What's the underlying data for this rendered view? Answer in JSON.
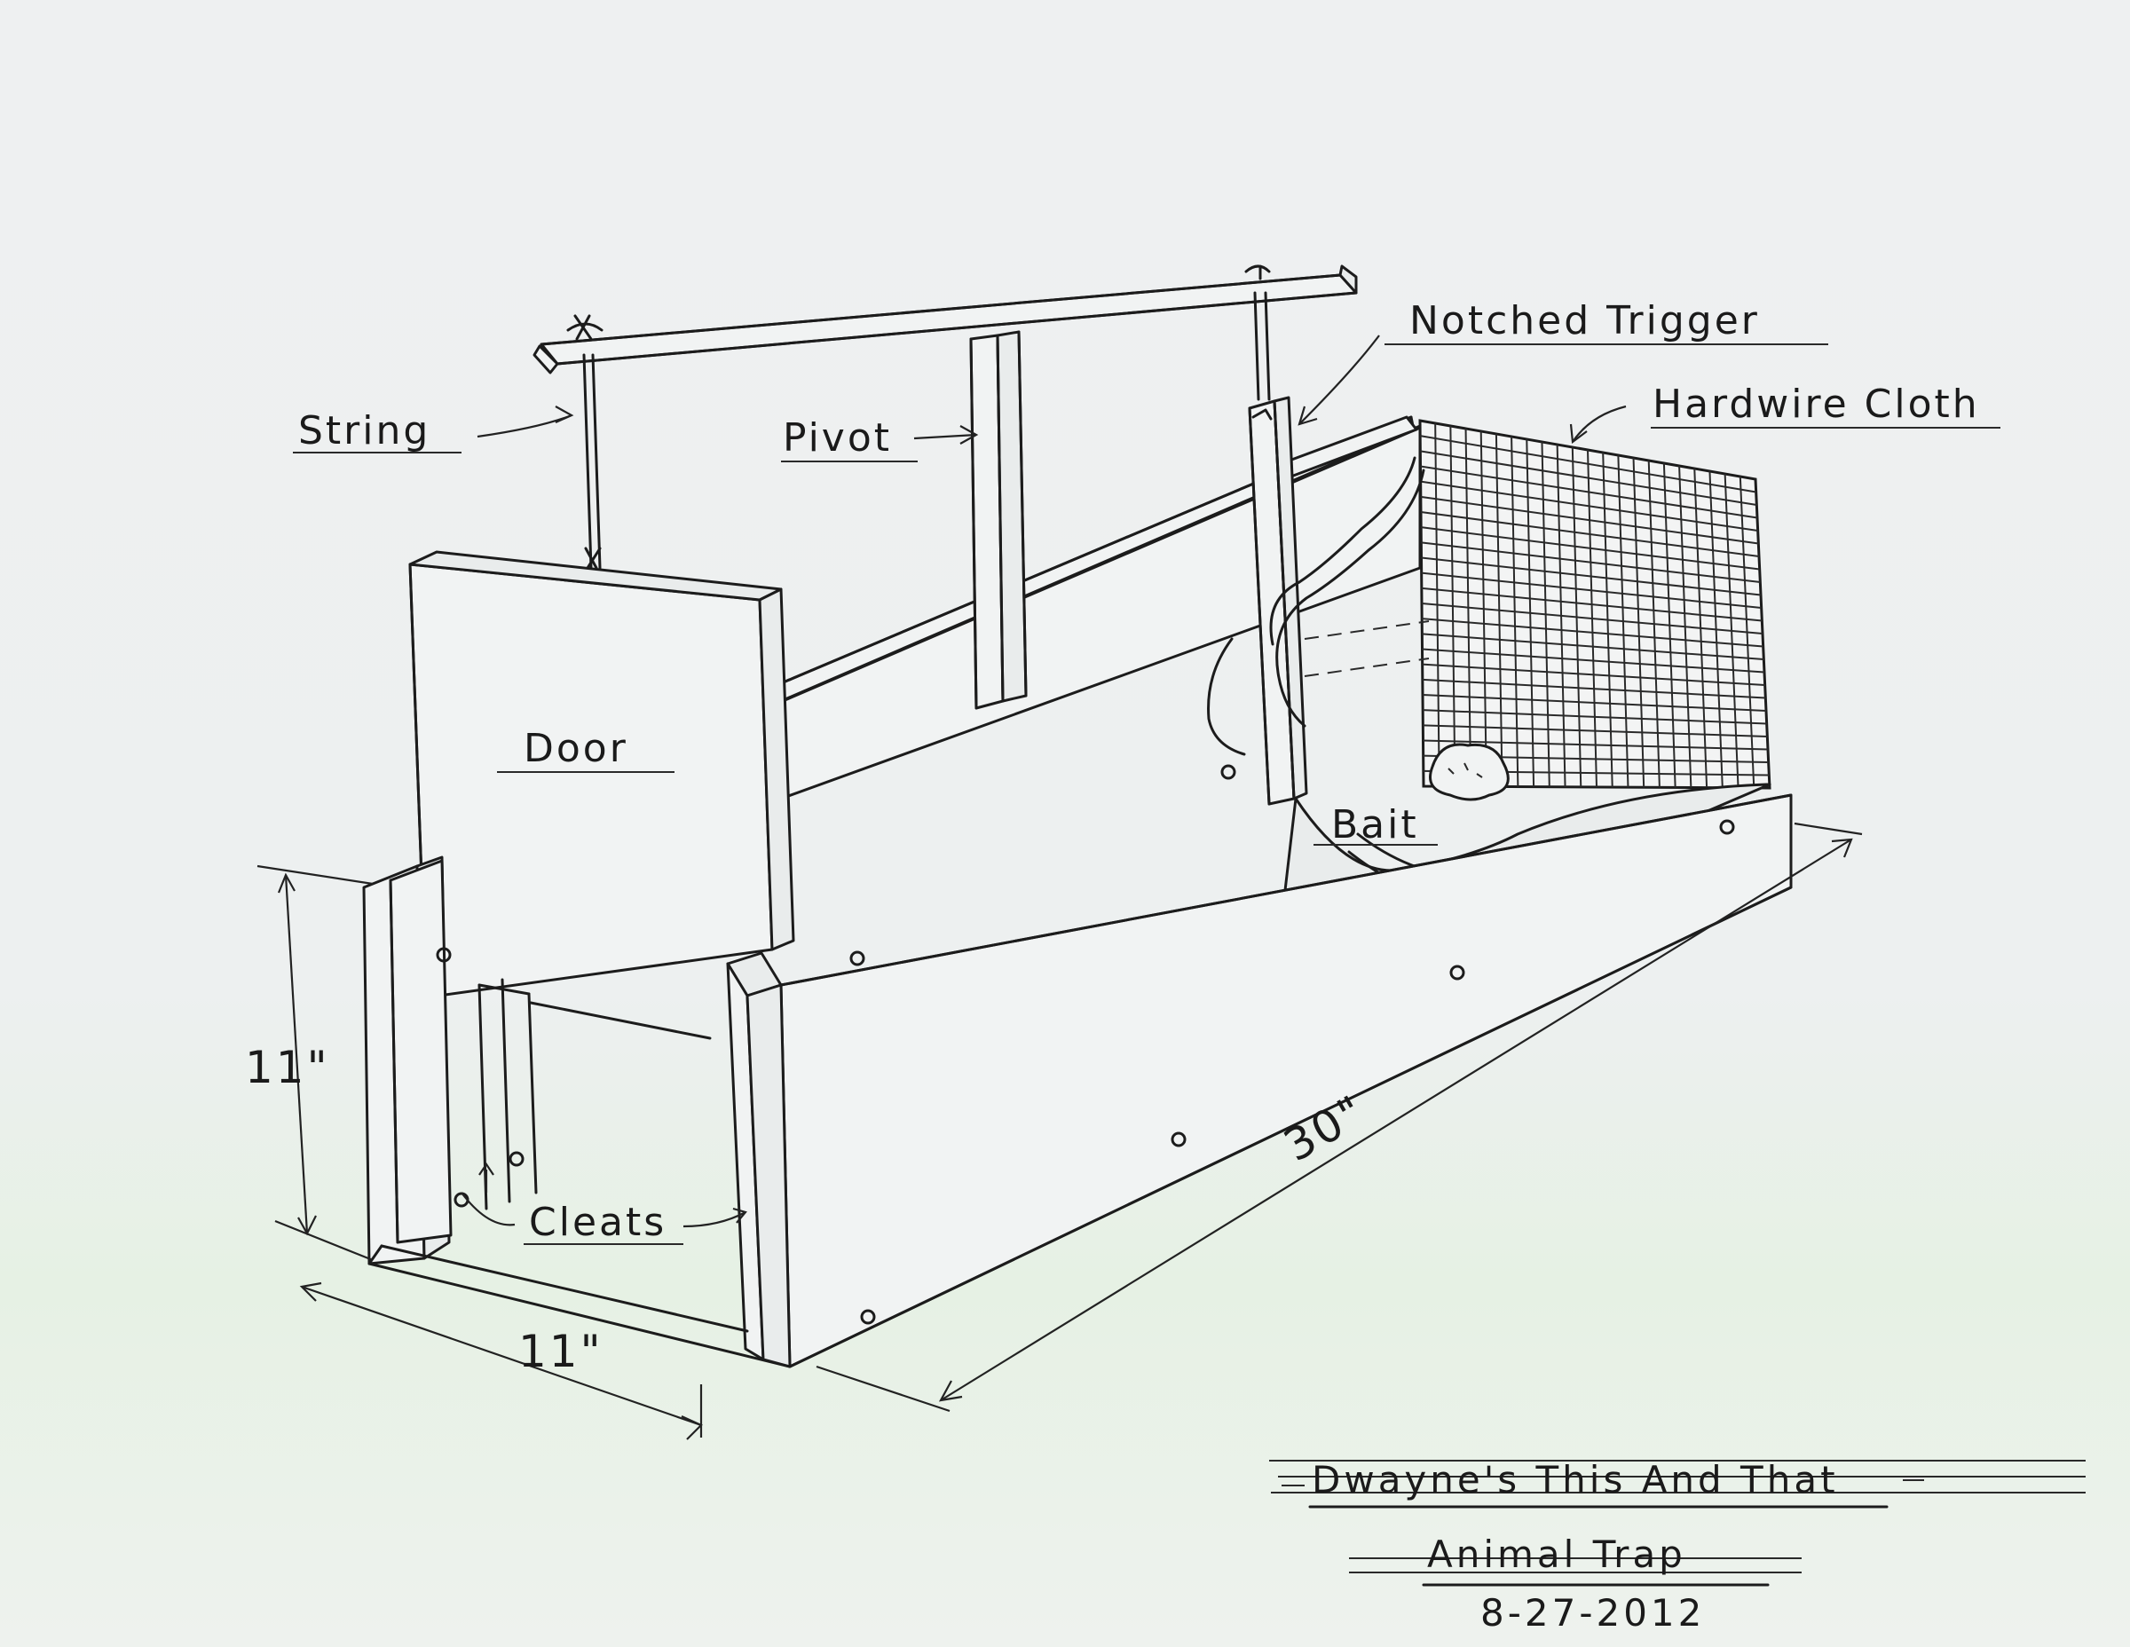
{
  "labels": {
    "string": "String",
    "pivot": "Pivot",
    "notched_trigger": "Notched Trigger",
    "hardwire_cloth": "Hardwire Cloth",
    "door": "Door",
    "bait": "Bait",
    "cleats": "Cleats"
  },
  "dimensions": {
    "height": "11\"",
    "width": "11\"",
    "length": "30\""
  },
  "title_block": {
    "author": "Dwayne's This And That",
    "title": "Animal Trap",
    "date": "8-27-2012"
  },
  "colors": {
    "ink": "#1c1c1c",
    "paper": "#eef0f1",
    "paper_tint_bottom": "#e6f1e4"
  }
}
